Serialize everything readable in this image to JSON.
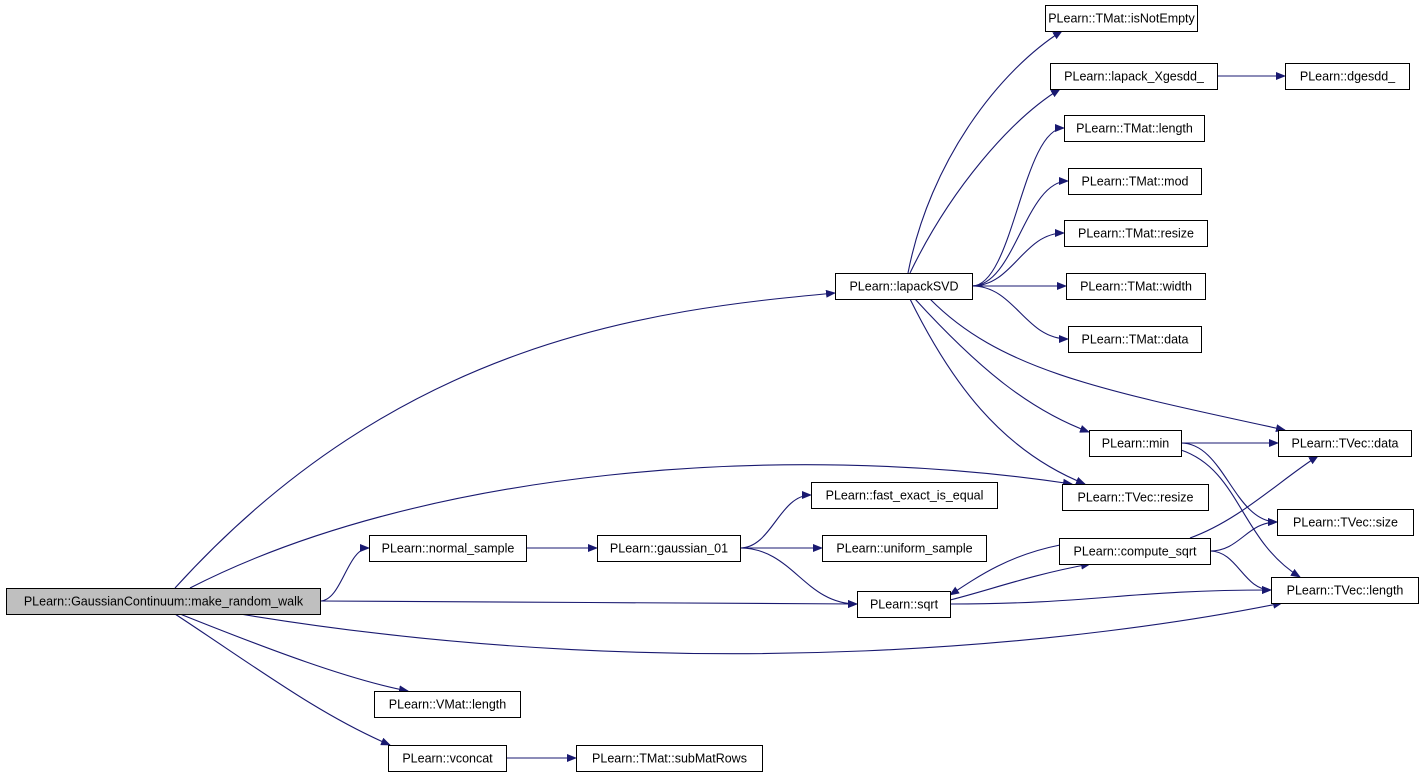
{
  "colors": {
    "edge": "#191970",
    "node_fill": "#ffffff",
    "root_fill": "#bfbfbf",
    "node_border": "#000000"
  },
  "nodes": [
    {
      "id": "root",
      "label": "PLearn::GaussianContinuum::make_random_walk",
      "root": true
    },
    {
      "id": "lapackSVD",
      "label": "PLearn::lapackSVD"
    },
    {
      "id": "isNotEmpty",
      "label": "PLearn::TMat::isNotEmpty"
    },
    {
      "id": "lapackXgesdd",
      "label": "PLearn::lapack_Xgesdd_"
    },
    {
      "id": "dgesdd",
      "label": "PLearn::dgesdd_"
    },
    {
      "id": "tmatLength",
      "label": "PLearn::TMat::length"
    },
    {
      "id": "tmatMod",
      "label": "PLearn::TMat::mod"
    },
    {
      "id": "tmatResize",
      "label": "PLearn::TMat::resize"
    },
    {
      "id": "tmatWidth",
      "label": "PLearn::TMat::width"
    },
    {
      "id": "tmatData",
      "label": "PLearn::TMat::data"
    },
    {
      "id": "min",
      "label": "PLearn::min"
    },
    {
      "id": "tvecData",
      "label": "PLearn::TVec::data"
    },
    {
      "id": "tvecResize",
      "label": "PLearn::TVec::resize"
    },
    {
      "id": "fastExact",
      "label": "PLearn::fast_exact_is_equal"
    },
    {
      "id": "normalSample",
      "label": "PLearn::normal_sample"
    },
    {
      "id": "gaussian01",
      "label": "PLearn::gaussian_01"
    },
    {
      "id": "uniformSample",
      "label": "PLearn::uniform_sample"
    },
    {
      "id": "computeSqrt",
      "label": "PLearn::compute_sqrt"
    },
    {
      "id": "tvecSize",
      "label": "PLearn::TVec::size"
    },
    {
      "id": "sqrt",
      "label": "PLearn::sqrt"
    },
    {
      "id": "tvecLength",
      "label": "PLearn::TVec::length"
    },
    {
      "id": "vmatLength",
      "label": "PLearn::VMat::length"
    },
    {
      "id": "vconcat",
      "label": "PLearn::vconcat"
    },
    {
      "id": "subMatRows",
      "label": "PLearn::TMat::subMatRows"
    }
  ],
  "edges": [
    [
      "root",
      "lapackSVD"
    ],
    [
      "root",
      "tvecResize"
    ],
    [
      "root",
      "normalSample"
    ],
    [
      "root",
      "sqrt"
    ],
    [
      "root",
      "tvecLength"
    ],
    [
      "root",
      "vmatLength"
    ],
    [
      "root",
      "vconcat"
    ],
    [
      "lapackSVD",
      "isNotEmpty"
    ],
    [
      "lapackSVD",
      "lapackXgesdd"
    ],
    [
      "lapackSVD",
      "tmatLength"
    ],
    [
      "lapackSVD",
      "tmatMod"
    ],
    [
      "lapackSVD",
      "tmatResize"
    ],
    [
      "lapackSVD",
      "tmatWidth"
    ],
    [
      "lapackSVD",
      "tmatData"
    ],
    [
      "lapackSVD",
      "tvecData"
    ],
    [
      "lapackSVD",
      "min"
    ],
    [
      "lapackSVD",
      "tvecResize"
    ],
    [
      "lapackXgesdd",
      "dgesdd"
    ],
    [
      "min",
      "tvecData"
    ],
    [
      "min",
      "tvecSize"
    ],
    [
      "min",
      "tvecLength"
    ],
    [
      "normalSample",
      "gaussian01"
    ],
    [
      "gaussian01",
      "fastExact"
    ],
    [
      "gaussian01",
      "uniformSample"
    ],
    [
      "gaussian01",
      "sqrt"
    ],
    [
      "sqrt",
      "computeSqrt"
    ],
    [
      "sqrt",
      "tvecLength"
    ],
    [
      "computeSqrt",
      "sqrt"
    ],
    [
      "computeSqrt",
      "tvecData"
    ],
    [
      "computeSqrt",
      "tvecSize"
    ],
    [
      "computeSqrt",
      "tvecLength"
    ],
    [
      "vconcat",
      "subMatRows"
    ]
  ]
}
